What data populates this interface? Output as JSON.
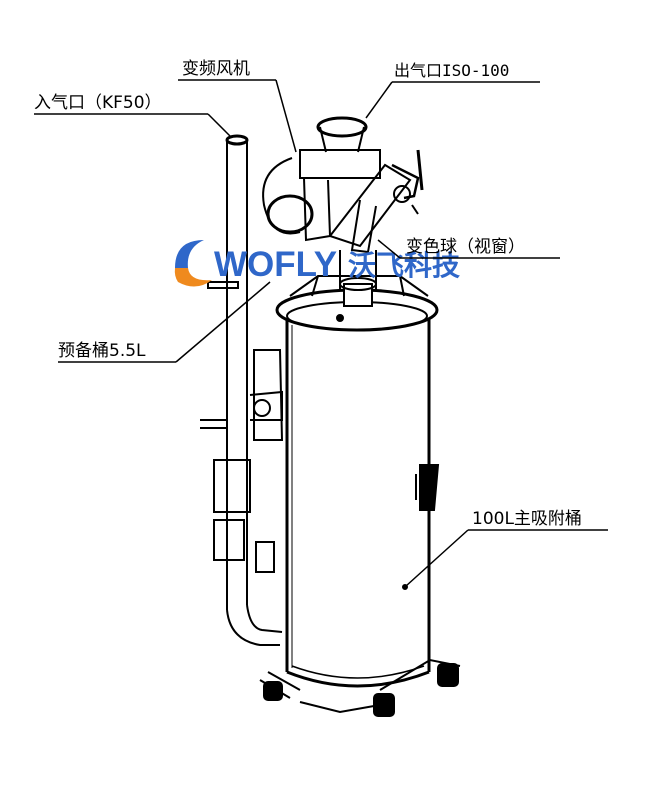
{
  "labels": {
    "fan": "变频风机",
    "outlet": "出气口ISO-100",
    "inlet": "入气口（KF50）",
    "sightglass": "变色球（视窗）",
    "prebucket": "预备桶5.5L",
    "mainbucket": "100L主吸附桶"
  },
  "watermark": {
    "brand_latin": "WOFLY",
    "brand_cn": "沃飞科技"
  },
  "colors": {
    "line": "#000000",
    "logo_blue": "#2f67c9",
    "logo_orange": "#ef8a1e",
    "background": "#ffffff"
  }
}
